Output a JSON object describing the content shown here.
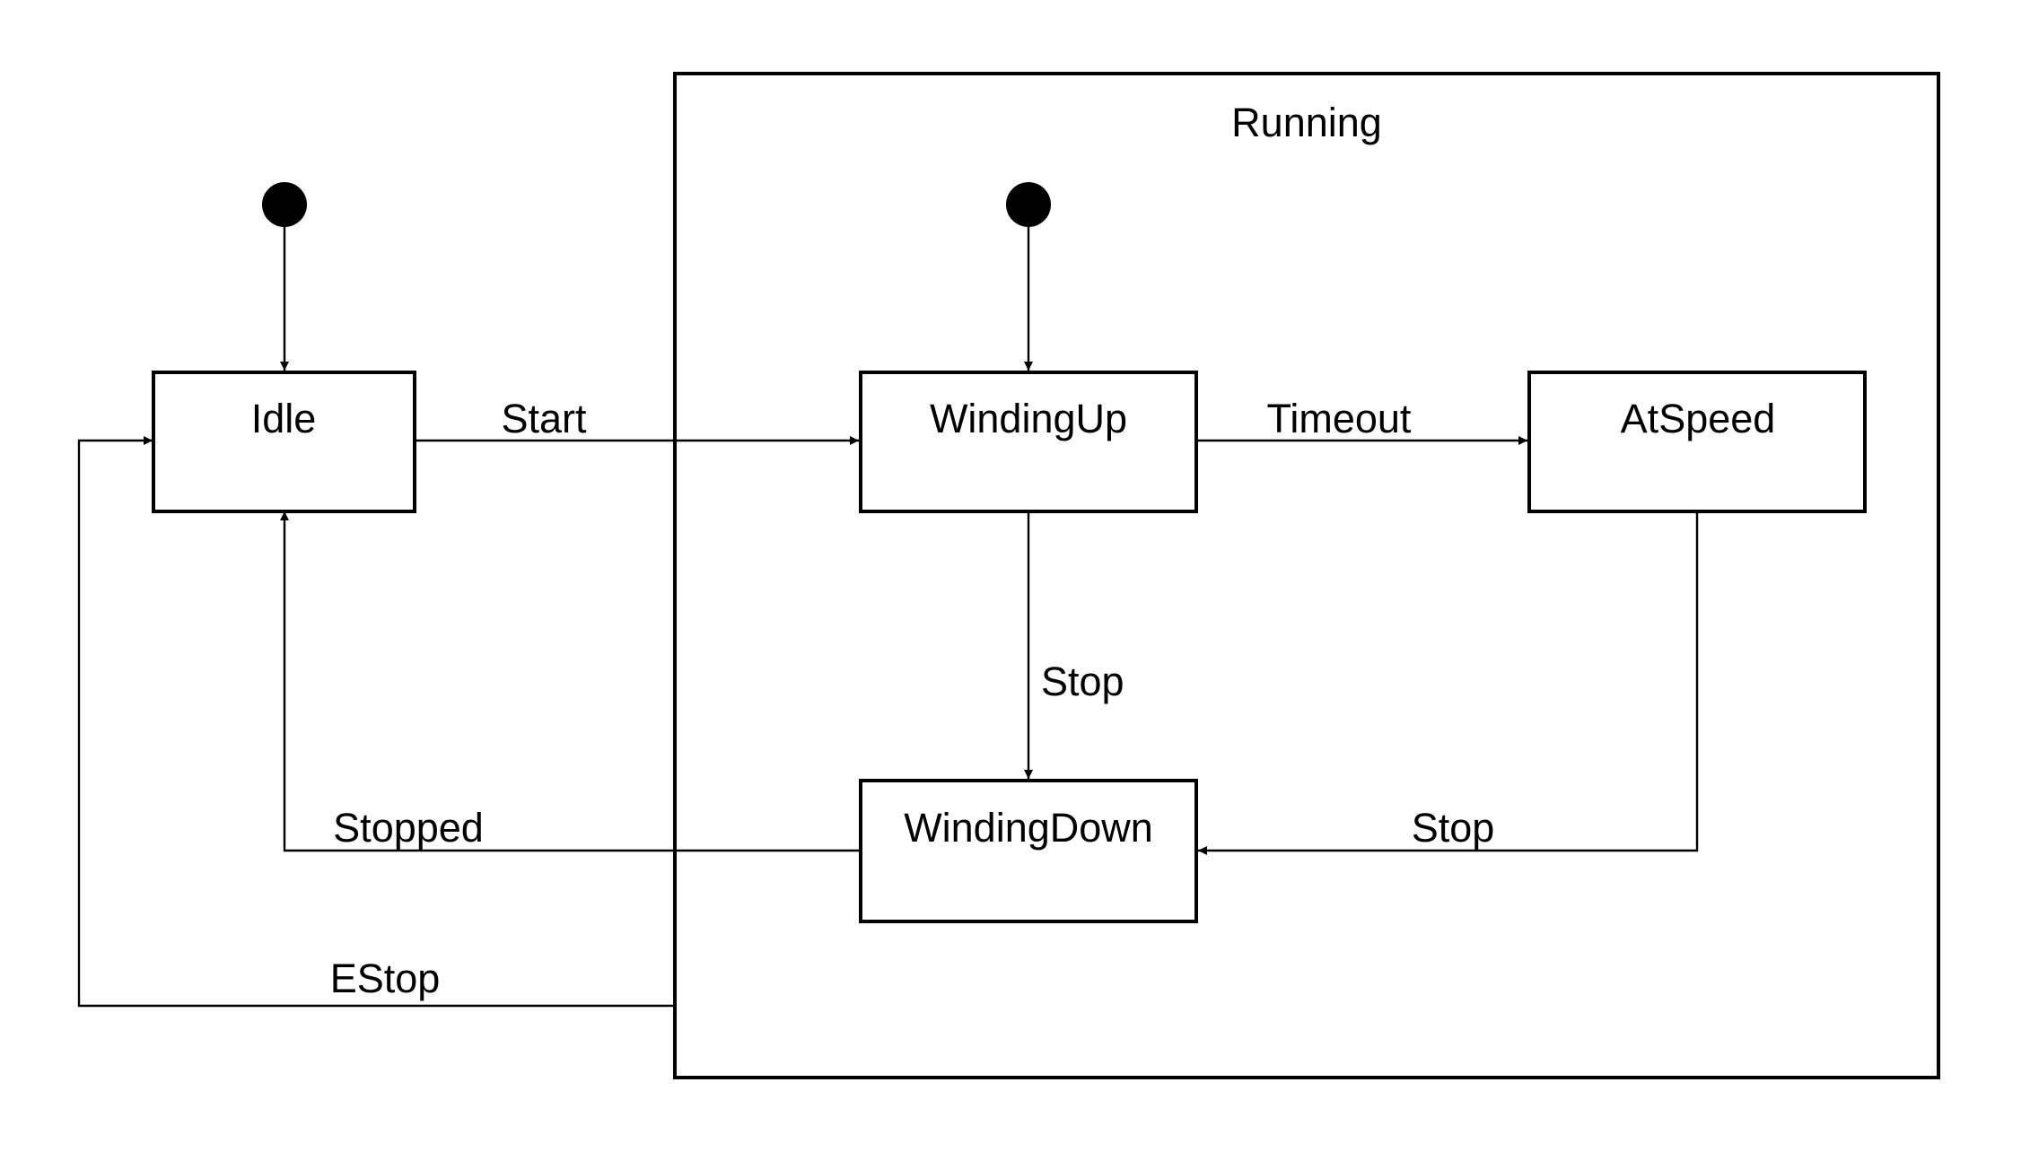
{
  "composite_state": {
    "name": "Running"
  },
  "states": {
    "idle": "Idle",
    "winding_up": "WindingUp",
    "at_speed": "AtSpeed",
    "winding_down": "WindingDown"
  },
  "transitions": {
    "start": "Start",
    "timeout": "Timeout",
    "stop_from_winding_up": "Stop",
    "stop_from_at_speed": "Stop",
    "stopped": "Stopped",
    "estop": "EStop"
  },
  "colors": {
    "stroke": "#000000",
    "background": "#ffffff"
  }
}
